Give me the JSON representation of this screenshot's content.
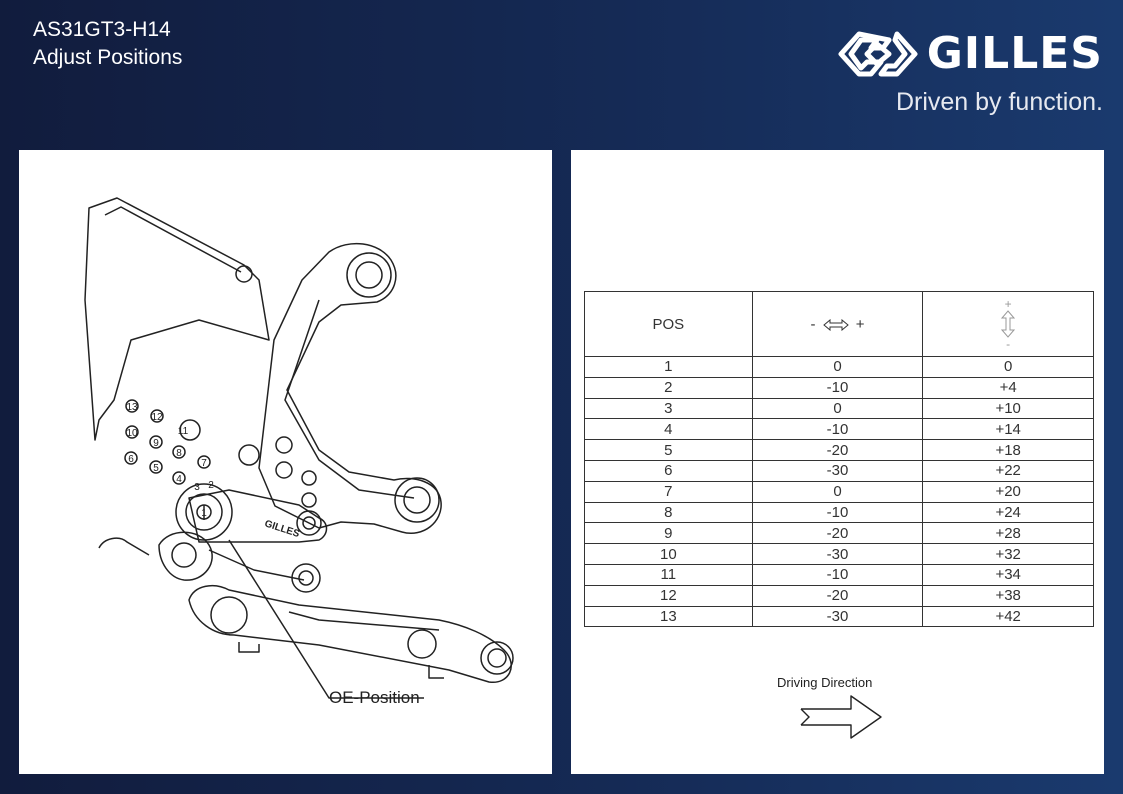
{
  "header": {
    "part_number": "AS31GT3-H14",
    "subtitle": "Adjust Positions"
  },
  "brand": {
    "name": "GILLES",
    "tagline": "Driven by function.",
    "logo_icon": "gilles-logo-icon"
  },
  "drawing": {
    "oe_position_label": "OE-Position",
    "plate_text": "GILLES",
    "hole_numbers": [
      "13",
      "12",
      "11",
      "10",
      "9",
      "8",
      "7",
      "6",
      "5",
      "4",
      "3",
      "2",
      "1"
    ]
  },
  "table": {
    "headers": {
      "pos": "POS",
      "horizontal_minus": "-",
      "horizontal_plus": "+",
      "vertical_plus": "+",
      "vertical_minus": "-"
    },
    "rows": [
      {
        "pos": "1",
        "h": "0",
        "v": "0"
      },
      {
        "pos": "2",
        "h": "-10",
        "v": "+4"
      },
      {
        "pos": "3",
        "h": "0",
        "v": "+10"
      },
      {
        "pos": "4",
        "h": "-10",
        "v": "+14"
      },
      {
        "pos": "5",
        "h": "-20",
        "v": "+18"
      },
      {
        "pos": "6",
        "h": "-30",
        "v": "+22"
      },
      {
        "pos": "7",
        "h": "0",
        "v": "+20"
      },
      {
        "pos": "8",
        "h": "-10",
        "v": "+24"
      },
      {
        "pos": "9",
        "h": "-20",
        "v": "+28"
      },
      {
        "pos": "10",
        "h": "-30",
        "v": "+32"
      },
      {
        "pos": "11",
        "h": "-10",
        "v": "+34"
      },
      {
        "pos": "12",
        "h": "-20",
        "v": "+38"
      },
      {
        "pos": "13",
        "h": "-30",
        "v": "+42"
      }
    ]
  },
  "direction": {
    "label": "Driving Direction",
    "icon": "right-arrow-icon"
  },
  "colors": {
    "background_dark": "#111c3d",
    "background_light": "#1a3a6e",
    "panel": "#ffffff",
    "line": "#222222"
  }
}
